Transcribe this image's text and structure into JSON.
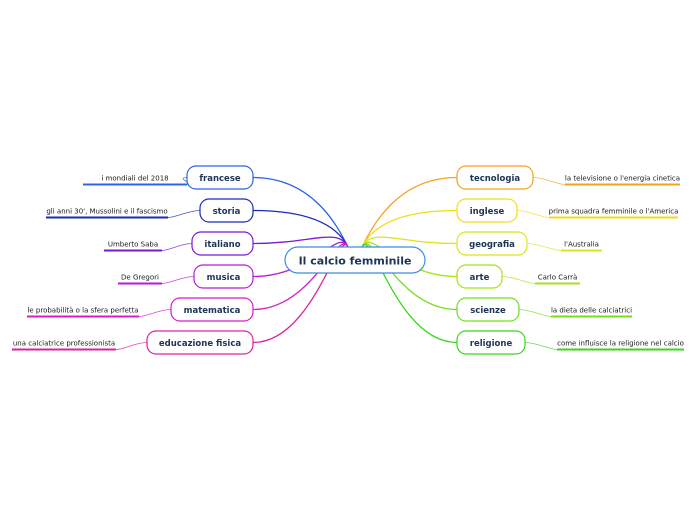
{
  "center": {
    "label": "Il calcio femminile",
    "color": "#3a8dde"
  },
  "branches": [
    {
      "id": "francese",
      "label": "francese",
      "leaf": "i mondiali del 2018",
      "color": "#2c63e8",
      "side": "left"
    },
    {
      "id": "storia",
      "label": "storia",
      "leaf": "gli anni 30', Mussolini e il fascismo",
      "color": "#1a2bb8",
      "side": "left"
    },
    {
      "id": "italiano",
      "label": "italiano",
      "leaf": "Umberto Saba",
      "color": "#7a18d6",
      "side": "left"
    },
    {
      "id": "musica",
      "label": "musica",
      "leaf": "De Gregori",
      "color": "#b51ed6",
      "side": "left"
    },
    {
      "id": "matematica",
      "label": "matematica",
      "leaf": "le probabilità o la sfera perfetta",
      "color": "#d81cc8",
      "side": "left"
    },
    {
      "id": "educazione-fisica",
      "label": "educazione fisica",
      "leaf": "una calciatrice professionista",
      "color": "#e0209a",
      "side": "left"
    },
    {
      "id": "tecnologia",
      "label": "tecnologia",
      "leaf": "la televisione o l'energia cinetica",
      "color": "#f5a21c",
      "side": "right"
    },
    {
      "id": "inglese",
      "label": "inglese",
      "leaf": "prima squadra femminile o l'America",
      "color": "#f2dc18",
      "side": "right"
    },
    {
      "id": "geografia",
      "label": "geografia",
      "leaf": "l'Australia",
      "color": "#d8e81a",
      "side": "right"
    },
    {
      "id": "arte",
      "label": "arte",
      "leaf": "Carlo Carrà",
      "color": "#a6e21c",
      "side": "right"
    },
    {
      "id": "scienze",
      "label": "scienze",
      "leaf": "la dieta delle calciatrici",
      "color": "#6fe01c",
      "side": "right"
    },
    {
      "id": "religione",
      "label": "religione",
      "leaf": "come influisce la religione nel calcio",
      "color": "#38d61c",
      "side": "right"
    }
  ]
}
